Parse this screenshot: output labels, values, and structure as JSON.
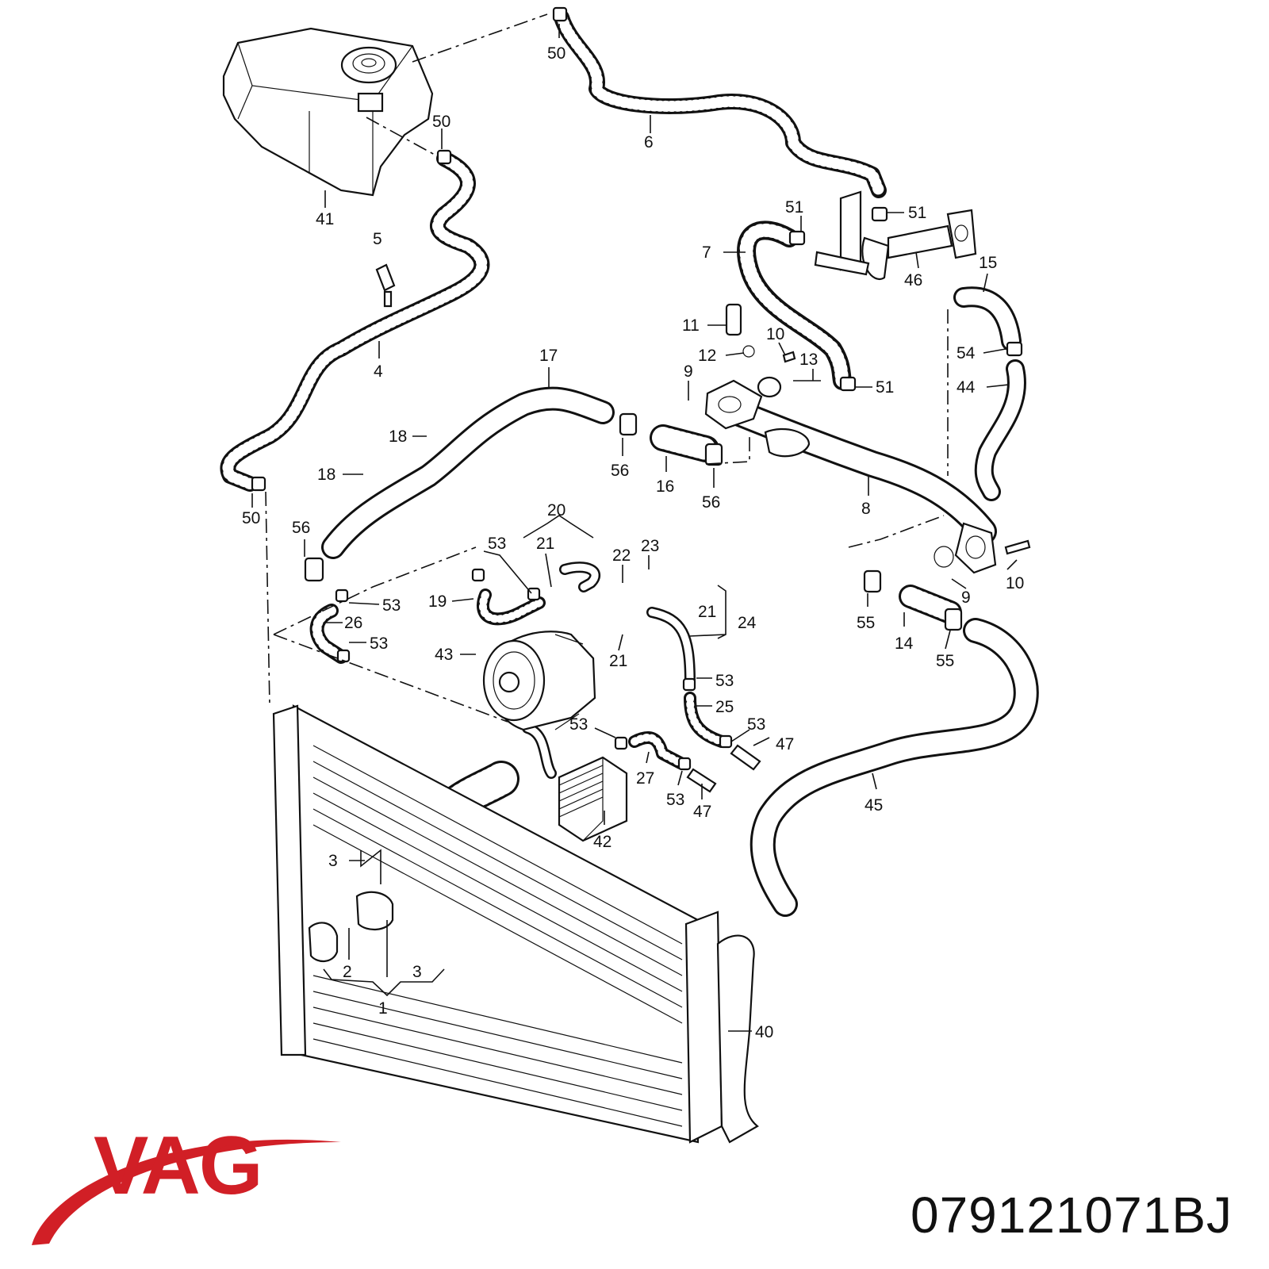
{
  "brand": {
    "logo_text": "VAG",
    "logo_color": "#d11f26"
  },
  "part_number": "079121071BJ",
  "callouts": [
    {
      "id": "c-50a",
      "text": "50"
    },
    {
      "id": "c-50b",
      "text": "50"
    },
    {
      "id": "c-6",
      "text": "6"
    },
    {
      "id": "c-41",
      "text": "41"
    },
    {
      "id": "c-51a",
      "text": "51"
    },
    {
      "id": "c-51b",
      "text": "51"
    },
    {
      "id": "c-5",
      "text": "5"
    },
    {
      "id": "c-7",
      "text": "7"
    },
    {
      "id": "c-46",
      "text": "46"
    },
    {
      "id": "c-15",
      "text": "15"
    },
    {
      "id": "c-11",
      "text": "11"
    },
    {
      "id": "c-10a",
      "text": "10"
    },
    {
      "id": "c-12",
      "text": "12"
    },
    {
      "id": "c-13",
      "text": "13"
    },
    {
      "id": "c-54",
      "text": "54"
    },
    {
      "id": "c-4",
      "text": "4"
    },
    {
      "id": "c-17",
      "text": "17"
    },
    {
      "id": "c-9a",
      "text": "9"
    },
    {
      "id": "c-51c",
      "text": "51"
    },
    {
      "id": "c-44",
      "text": "44"
    },
    {
      "id": "c-18a",
      "text": "18"
    },
    {
      "id": "c-18b",
      "text": "18"
    },
    {
      "id": "c-56a",
      "text": "56"
    },
    {
      "id": "c-16",
      "text": "16"
    },
    {
      "id": "c-56b",
      "text": "56"
    },
    {
      "id": "c-8",
      "text": "8"
    },
    {
      "id": "c-50c",
      "text": "50"
    },
    {
      "id": "c-20",
      "text": "20"
    },
    {
      "id": "c-56c",
      "text": "56"
    },
    {
      "id": "c-53a",
      "text": "53"
    },
    {
      "id": "c-21a",
      "text": "21"
    },
    {
      "id": "c-22",
      "text": "22"
    },
    {
      "id": "c-23",
      "text": "23"
    },
    {
      "id": "c-10b",
      "text": "10"
    },
    {
      "id": "c-9b",
      "text": "9"
    },
    {
      "id": "c-19",
      "text": "19"
    },
    {
      "id": "c-53b",
      "text": "53"
    },
    {
      "id": "c-21b",
      "text": "21"
    },
    {
      "id": "c-24",
      "text": "24"
    },
    {
      "id": "c-26",
      "text": "26"
    },
    {
      "id": "c-53c",
      "text": "53"
    },
    {
      "id": "c-55a",
      "text": "55"
    },
    {
      "id": "c-14",
      "text": "14"
    },
    {
      "id": "c-55b",
      "text": "55"
    },
    {
      "id": "c-43",
      "text": "43"
    },
    {
      "id": "c-21c",
      "text": "21"
    },
    {
      "id": "c-53d",
      "text": "53"
    },
    {
      "id": "c-25",
      "text": "25"
    },
    {
      "id": "c-53e",
      "text": "53"
    },
    {
      "id": "c-47a",
      "text": "47"
    },
    {
      "id": "c-53f",
      "text": "53"
    },
    {
      "id": "c-27",
      "text": "27"
    },
    {
      "id": "c-53g",
      "text": "53"
    },
    {
      "id": "c-47b",
      "text": "47"
    },
    {
      "id": "c-45",
      "text": "45"
    },
    {
      "id": "c-42",
      "text": "42"
    },
    {
      "id": "c-3a",
      "text": "3"
    },
    {
      "id": "c-2",
      "text": "2"
    },
    {
      "id": "c-3b",
      "text": "3"
    },
    {
      "id": "c-1",
      "text": "1"
    },
    {
      "id": "c-40",
      "text": "40"
    }
  ]
}
